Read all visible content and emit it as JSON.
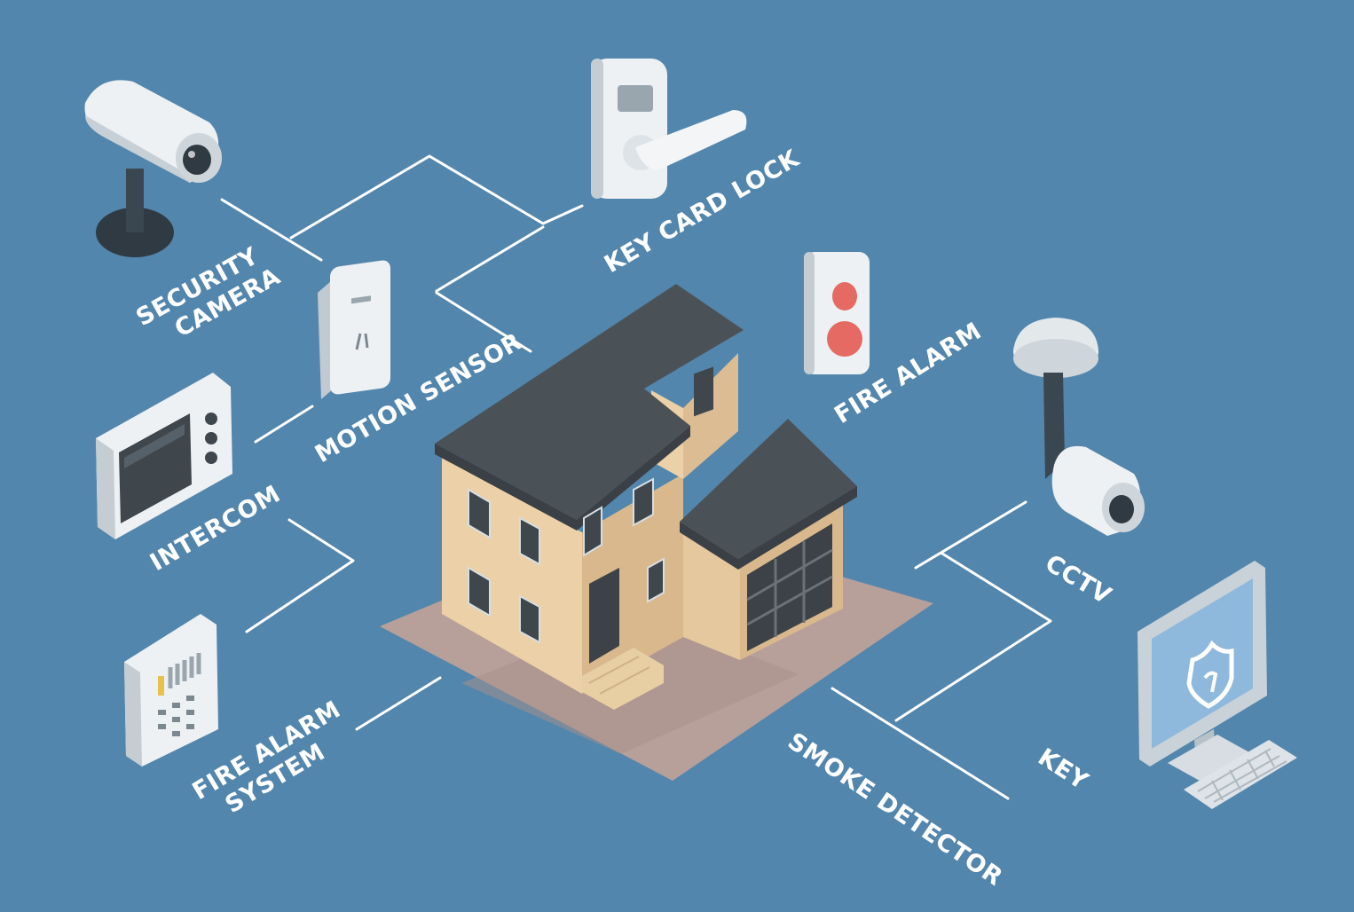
{
  "colors": {
    "background": "#5386ad",
    "connector": "#ffffff",
    "device_body": "#eef1f3",
    "device_shadow": "#b9c3cb",
    "roof": "#4b5257",
    "wall": "#ecd0a7",
    "ground": "#b8a09a",
    "alarm_red": "#e56a63",
    "screen_blue": "#8fb9dc"
  },
  "labels": {
    "security_camera": [
      "SECURITY",
      "CAMERA"
    ],
    "key_card_lock": "KEY CARD LOCK",
    "motion_sensor": "MOTION SENSOR",
    "fire_alarm": "FIRE ALARM",
    "intercom": "INTERCOM",
    "cctv": "CCTV",
    "fire_alarm_system": [
      "FIRE ALARM",
      "SYSTEM"
    ],
    "smoke_detector": "SMOKE DETECTOR",
    "key": "KEY"
  },
  "icons": {
    "security_camera": "security-camera-icon",
    "key_card_lock": "key-card-lock-icon",
    "motion_sensor": "motion-sensor-icon",
    "fire_alarm": "fire-alarm-icon",
    "intercom": "intercom-icon",
    "cctv": "cctv-camera-icon",
    "fire_alarm_system": "fire-alarm-panel-icon",
    "computer": "computer-monitor-icon",
    "shield": "shield-icon",
    "house": "house-icon"
  }
}
